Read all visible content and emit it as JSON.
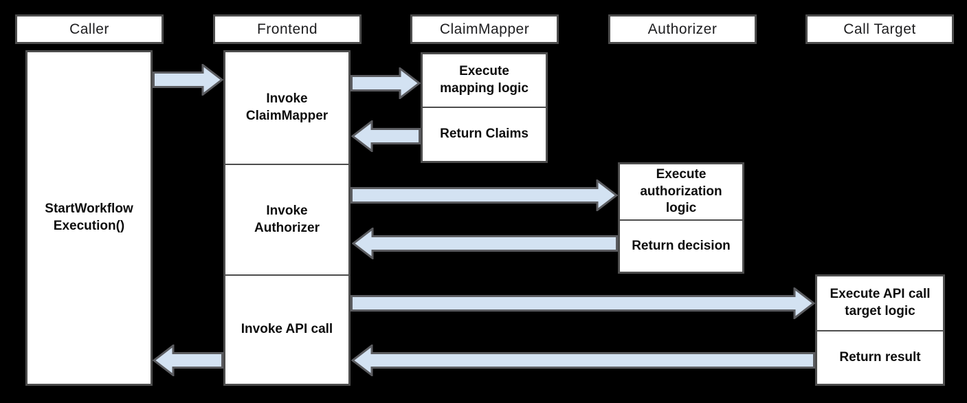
{
  "diagram": {
    "type": "sequence-diagram",
    "colors": {
      "background": "#000000",
      "box_fill": "#ffffff",
      "box_border": "#4d4d4d",
      "arrow_fill": "#d3e2f2",
      "arrow_border": "#5b5c60",
      "text": "#0d0d0d"
    },
    "lanes": [
      {
        "label": "Caller"
      },
      {
        "label": "Frontend"
      },
      {
        "label": "ClaimMapper"
      },
      {
        "label": "Authorizer"
      },
      {
        "label": "Call Target"
      }
    ],
    "activities": {
      "caller_start": "StartWorkflow\nExecution()",
      "frontend_invoke_claimmapper": "Invoke\nClaimMapper",
      "frontend_invoke_authorizer": "Invoke\nAuthorizer",
      "frontend_invoke_api_call": "Invoke API call",
      "claimmapper_execute": "Execute\nmapping logic",
      "claimmapper_return": "Return Claims",
      "authorizer_execute": "Execute\nauthorization\nlogic",
      "authorizer_return": "Return decision",
      "calltarget_execute": "Execute API call\ntarget logic",
      "calltarget_return": "Return result"
    },
    "flows": [
      {
        "from": "Caller",
        "to": "Frontend"
      },
      {
        "from": "Frontend",
        "to": "ClaimMapper"
      },
      {
        "from": "ClaimMapper",
        "to": "Frontend"
      },
      {
        "from": "Frontend",
        "to": "Authorizer"
      },
      {
        "from": "Authorizer",
        "to": "Frontend"
      },
      {
        "from": "Frontend",
        "to": "Call Target"
      },
      {
        "from": "Call Target",
        "to": "Frontend"
      },
      {
        "from": "Frontend",
        "to": "Caller"
      }
    ]
  }
}
